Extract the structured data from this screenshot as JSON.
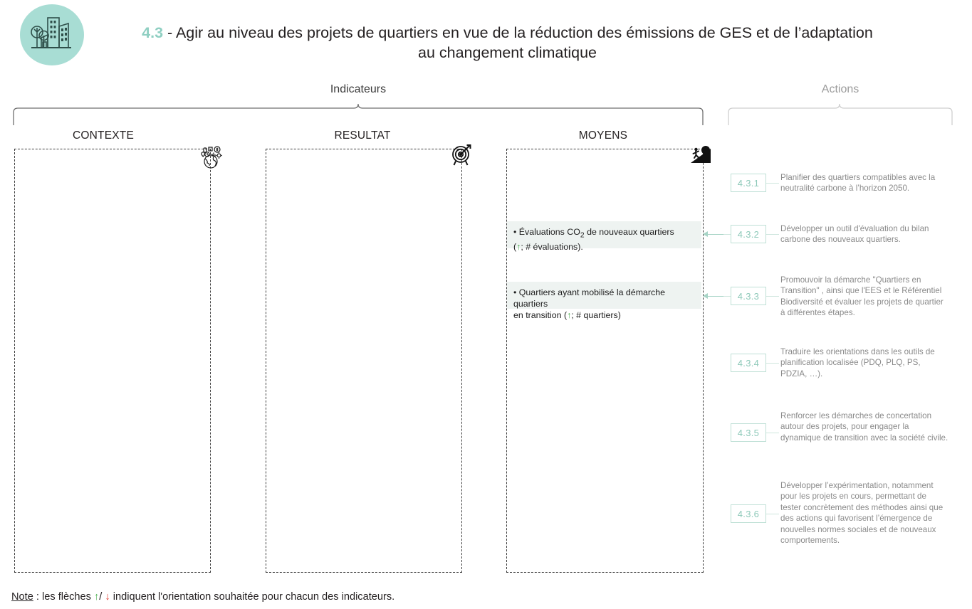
{
  "header": {
    "logo_icon": "city-buildings-trees-icon",
    "title_number": "4.3",
    "title_separator": " - ",
    "title_line1": "Agir au niveau des projets de quartiers en vue de la réduction des émissions de GES et de l’adaptation",
    "title_line2": "au changement climatique"
  },
  "groups": {
    "indicateurs_label": "Indicateurs",
    "actions_label": "Actions"
  },
  "columns": [
    {
      "key": "contexte",
      "heading": "CONTEXTE",
      "icon": "globe-context-icon",
      "items": []
    },
    {
      "key": "resultat",
      "heading": "RESULTAT",
      "icon": "target-arrow-icon",
      "items": []
    },
    {
      "key": "moyens",
      "heading": "MOYENS",
      "icon": "person-climbing-slope-icon",
      "items": [
        {
          "prefix": "• ",
          "line1_a": "Évaluations CO",
          "sub": "2",
          "line1_b": " de nouveaux quartiers",
          "line2_a": "(",
          "arrow": "↑",
          "line2_b": "; # évaluations)."
        },
        {
          "prefix": "• ",
          "line1_a": "Quartiers ayant mobilisé la démarche quartiers",
          "sub": "",
          "line1_b": "",
          "line2_a": "en transition (",
          "arrow": "↑",
          "line2_b": "; # quartiers)"
        }
      ]
    }
  ],
  "actions": [
    {
      "number": "4.3.1",
      "text": "Planifier des quartiers compatibles avec la neutralité carbone à l’horizon 2050."
    },
    {
      "number": "4.3.2",
      "text": "Développer un outil d'évaluation du bilan carbone des nouveaux quartiers."
    },
    {
      "number": "4.3.3",
      "text": "Promouvoir la démarche \"Quartiers en Transition\" , ainsi que l'EES et le Référentiel Biodiversité et évaluer les projets de quartier à différentes étapes."
    },
    {
      "number": "4.3.4",
      "text": "Traduire les orientations dans les outils de planification localisée (PDQ, PLQ, PS, PDZIA, …)."
    },
    {
      "number": "4.3.5",
      "text": "Renforcer les démarches de concertation autour des projets, pour engager la dynamique de transition avec la société civile."
    },
    {
      "number": "4.3.6",
      "text": "Développer l’expérimentation, notamment pour les projets en cours, permettant de tester concrètement des méthodes ainsi que des actions qui favorisent l’émergence de nouvelles normes sociales et de nouveaux comportements."
    }
  ],
  "note": {
    "label": "Note",
    "part1": " : les flèches ",
    "arrow_up": "↑",
    "slash": "/ ",
    "arrow_down": "↓",
    "part2": " indiquent l'orientation souhaitée pour chacun des indicateurs."
  },
  "colors": {
    "brand_teal": "#a8ddd4",
    "title_accent": "#8fcfc2",
    "action_border": "#bfe0d6",
    "action_text": "#8a8a8a",
    "indicator_bg": "#eef3f1",
    "arrow_up": "#4caf50",
    "arrow_down": "#e03c31",
    "connector": "#a7d4c6"
  }
}
